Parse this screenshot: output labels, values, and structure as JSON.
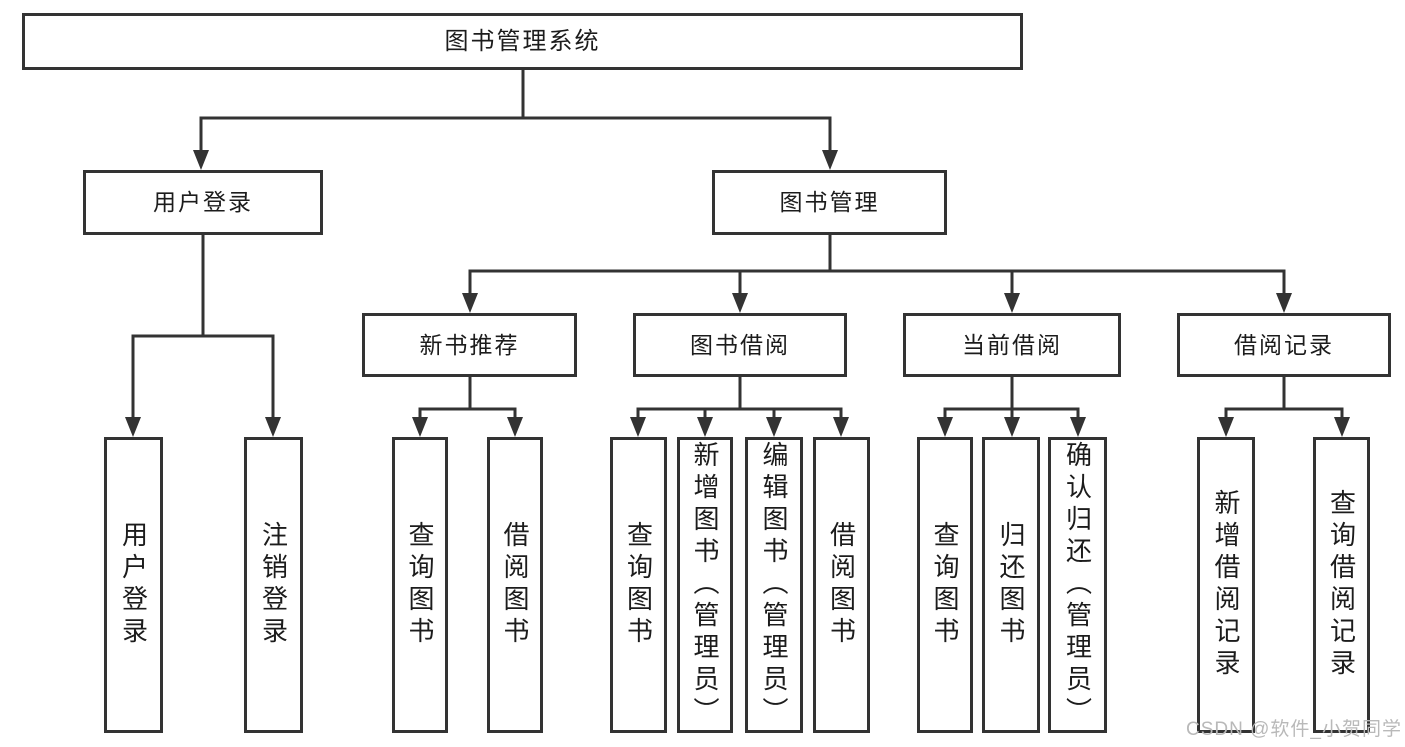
{
  "colors": {
    "line": "#333333",
    "text": "#1c1c1c",
    "watermark": "#b9b9b9",
    "background": "#ffffff"
  },
  "watermark": {
    "text": "CSDN @软件_小贺同学"
  },
  "tree": {
    "root": "图书管理系统",
    "children": [
      {
        "label": "用户登录",
        "children": [
          "用户登录",
          "注销登录"
        ]
      },
      {
        "label": "图书管理",
        "children": [
          {
            "label": "新书推荐",
            "children": [
              "查询图书",
              "借阅图书"
            ]
          },
          {
            "label": "图书借阅",
            "children": [
              "查询图书",
              "新增图书（管理员）",
              "编辑图书（管理员）",
              "借阅图书"
            ]
          },
          {
            "label": "当前借阅",
            "children": [
              "查询图书",
              "归还图书",
              "确认归还（管理员）"
            ]
          },
          {
            "label": "借阅记录",
            "children": [
              "新增借阅记录",
              "查询借阅记录"
            ]
          }
        ]
      }
    ]
  }
}
